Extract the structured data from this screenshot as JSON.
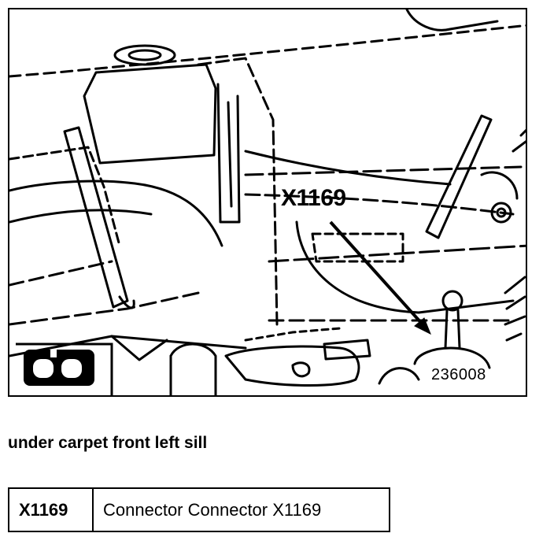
{
  "figure": {
    "callout_label": "X1169",
    "figure_number": "236008"
  },
  "caption": "under carpet front left sill",
  "table": {
    "rows": [
      {
        "code": "X1169",
        "description": "Connector Connector X1169"
      }
    ]
  }
}
